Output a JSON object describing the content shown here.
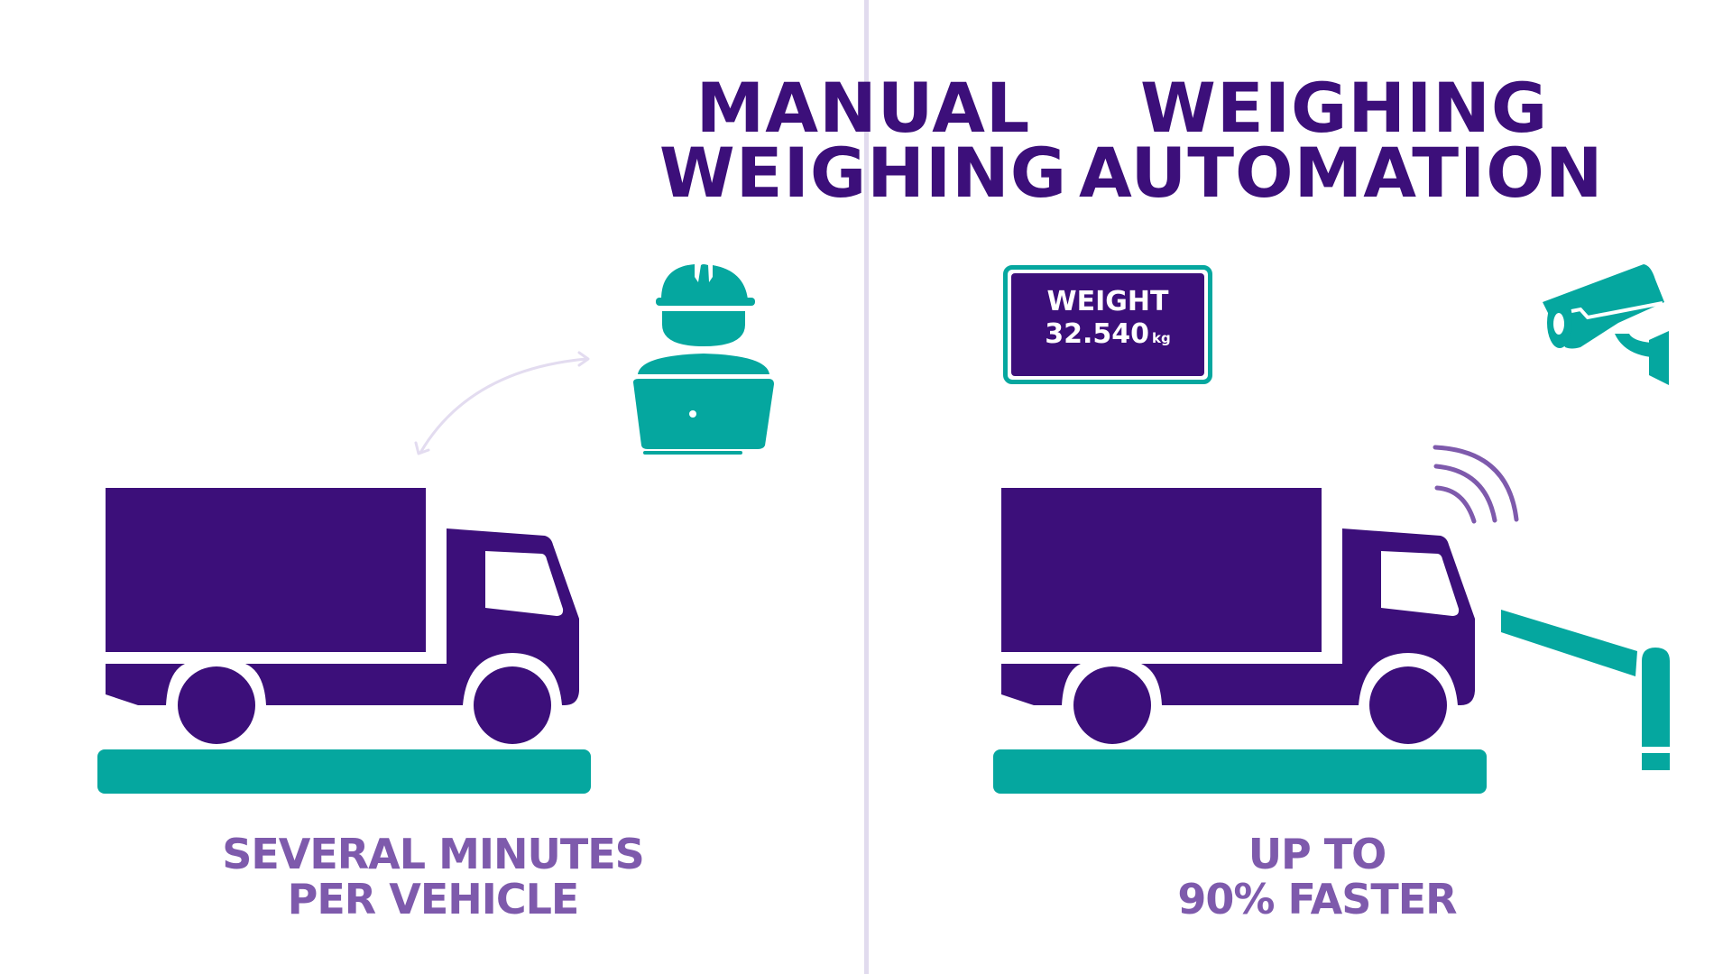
{
  "colors": {
    "title": "#3C0F7A",
    "subtitle": "#7E5AAC",
    "truck": "#3C0F7A",
    "accent_teal": "#05A79F",
    "divider": "#E1DBEE",
    "arrow": "#E3DCF0",
    "signal": "#7E5AAC"
  },
  "left_panel": {
    "title_line1": "MANUAL",
    "title_line2": "WEIGHING",
    "icons": [
      "worker-with-laptop-icon",
      "bidirectional-arrow-icon",
      "truck-icon",
      "scale-platform-icon"
    ],
    "subtitle_line1": "SEVERAL MINUTES",
    "subtitle_line2": "PER VEHICLE"
  },
  "right_panel": {
    "title_line1": "WEIGHING",
    "title_line2": "AUTOMATION",
    "weight_display": {
      "label": "WEIGHT",
      "value": "32.540",
      "unit": "kg"
    },
    "icons": [
      "weight-display-icon",
      "security-camera-icon",
      "wireless-signal-icon",
      "truck-icon",
      "scale-platform-icon",
      "barrier-gate-icon"
    ],
    "subtitle_line1": "UP TO",
    "subtitle_line2": "90% FASTER"
  }
}
